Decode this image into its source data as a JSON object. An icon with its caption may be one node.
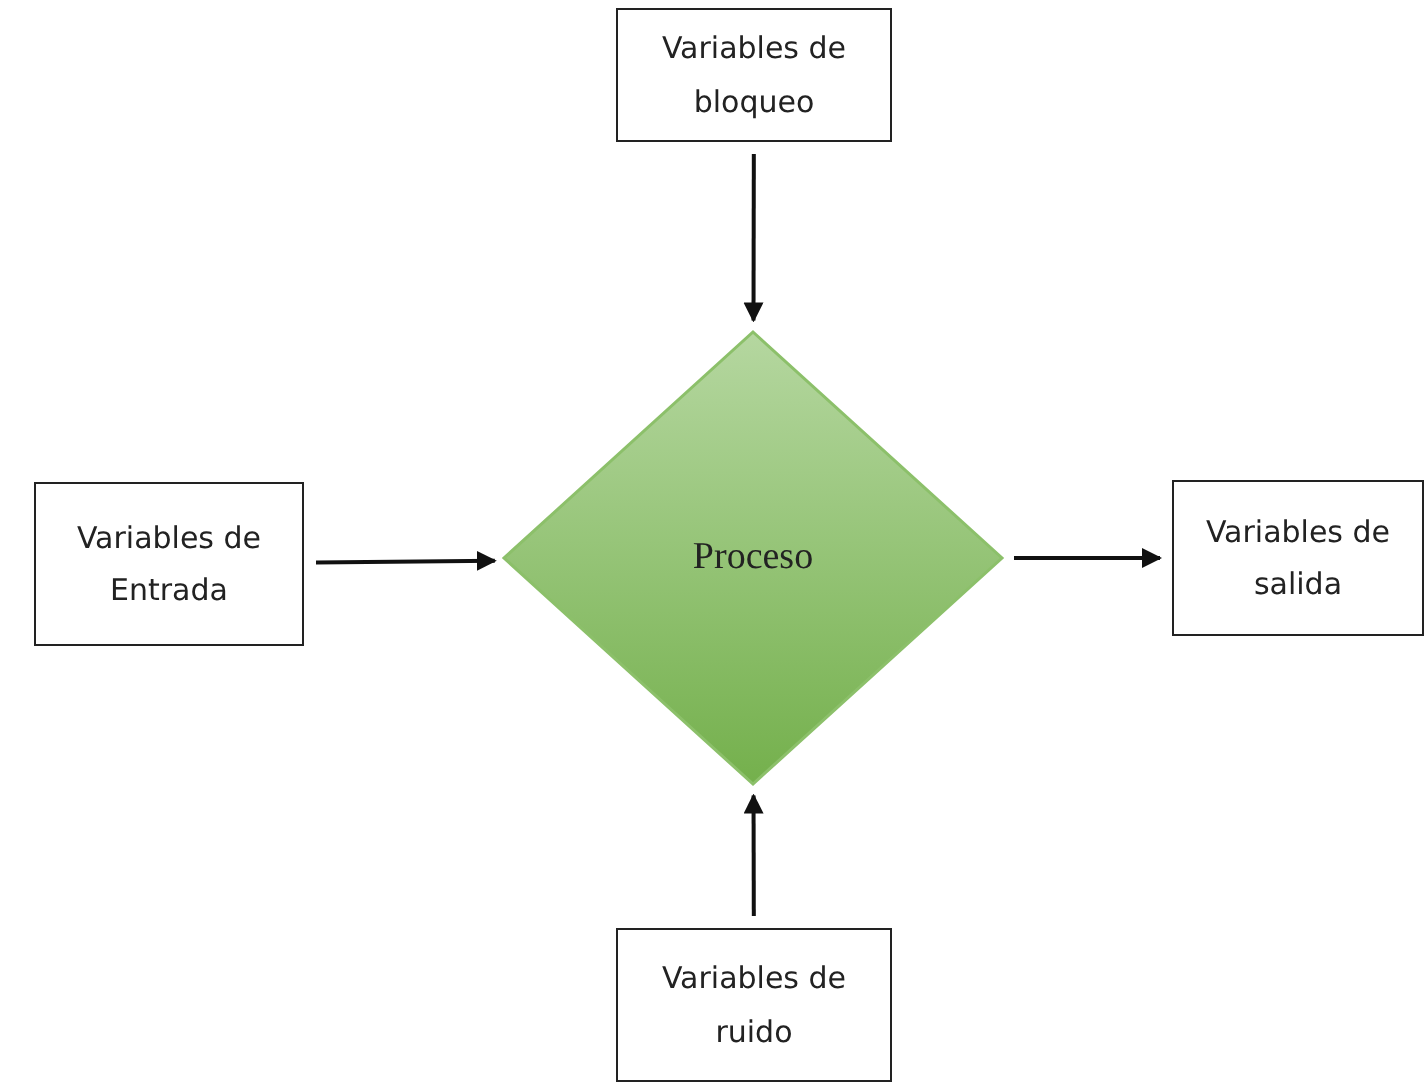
{
  "diagram": {
    "nodes": [
      {
        "text": [
          "Variables de bloqueo"
        ]
      },
      {
        "text": [
          "Variables de Entrada"
        ]
      },
      {
        "text": [
          "Proceso"
        ]
      },
      {
        "text": [
          "Variables de salida"
        ]
      },
      {
        "text": [
          "Variables de ruido"
        ]
      }
    ],
    "edges": [
      {
        "from": 0,
        "to": 2,
        "arrow": "to"
      },
      {
        "from": 1,
        "to": 2,
        "arrow": "to"
      },
      {
        "from": 2,
        "to": 3,
        "arrow": "to"
      },
      {
        "from": 4,
        "to": 2,
        "arrow": "to"
      }
    ]
  }
}
